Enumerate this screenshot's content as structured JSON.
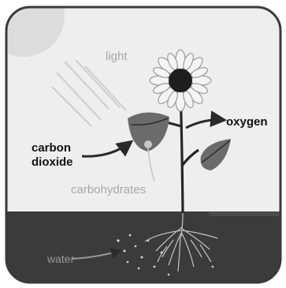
{
  "labels": {
    "light": "light",
    "oxygen": "oxygen",
    "carbon_dioxide_line1": "carbon",
    "carbon_dioxide_line2": "dioxide",
    "carbohydrates": "carbohydrates",
    "water": "water"
  },
  "colors": {
    "frame_border": "#3a3a3a",
    "sky": "#eeeeee",
    "sun": "#dcdcdc",
    "soil": "#3b3b3b",
    "leaf": "#6b6b6b",
    "leaf_vein": "#2e2e2e",
    "stem": "#262626",
    "flower_center": "#1e1e1e",
    "petal": "#f4f4f4",
    "petal_stroke": "#8a8a8a",
    "light_rays": "#cfcfcf",
    "arrow": "#2a2a2a",
    "dark_text": "#111111",
    "faded_text": "#a8a8a8",
    "water_text": "#9a9a9a",
    "roots": "#bdbdbd",
    "water_dots": "#d8d8d8",
    "sugar_dot": "#c8c8c8"
  }
}
